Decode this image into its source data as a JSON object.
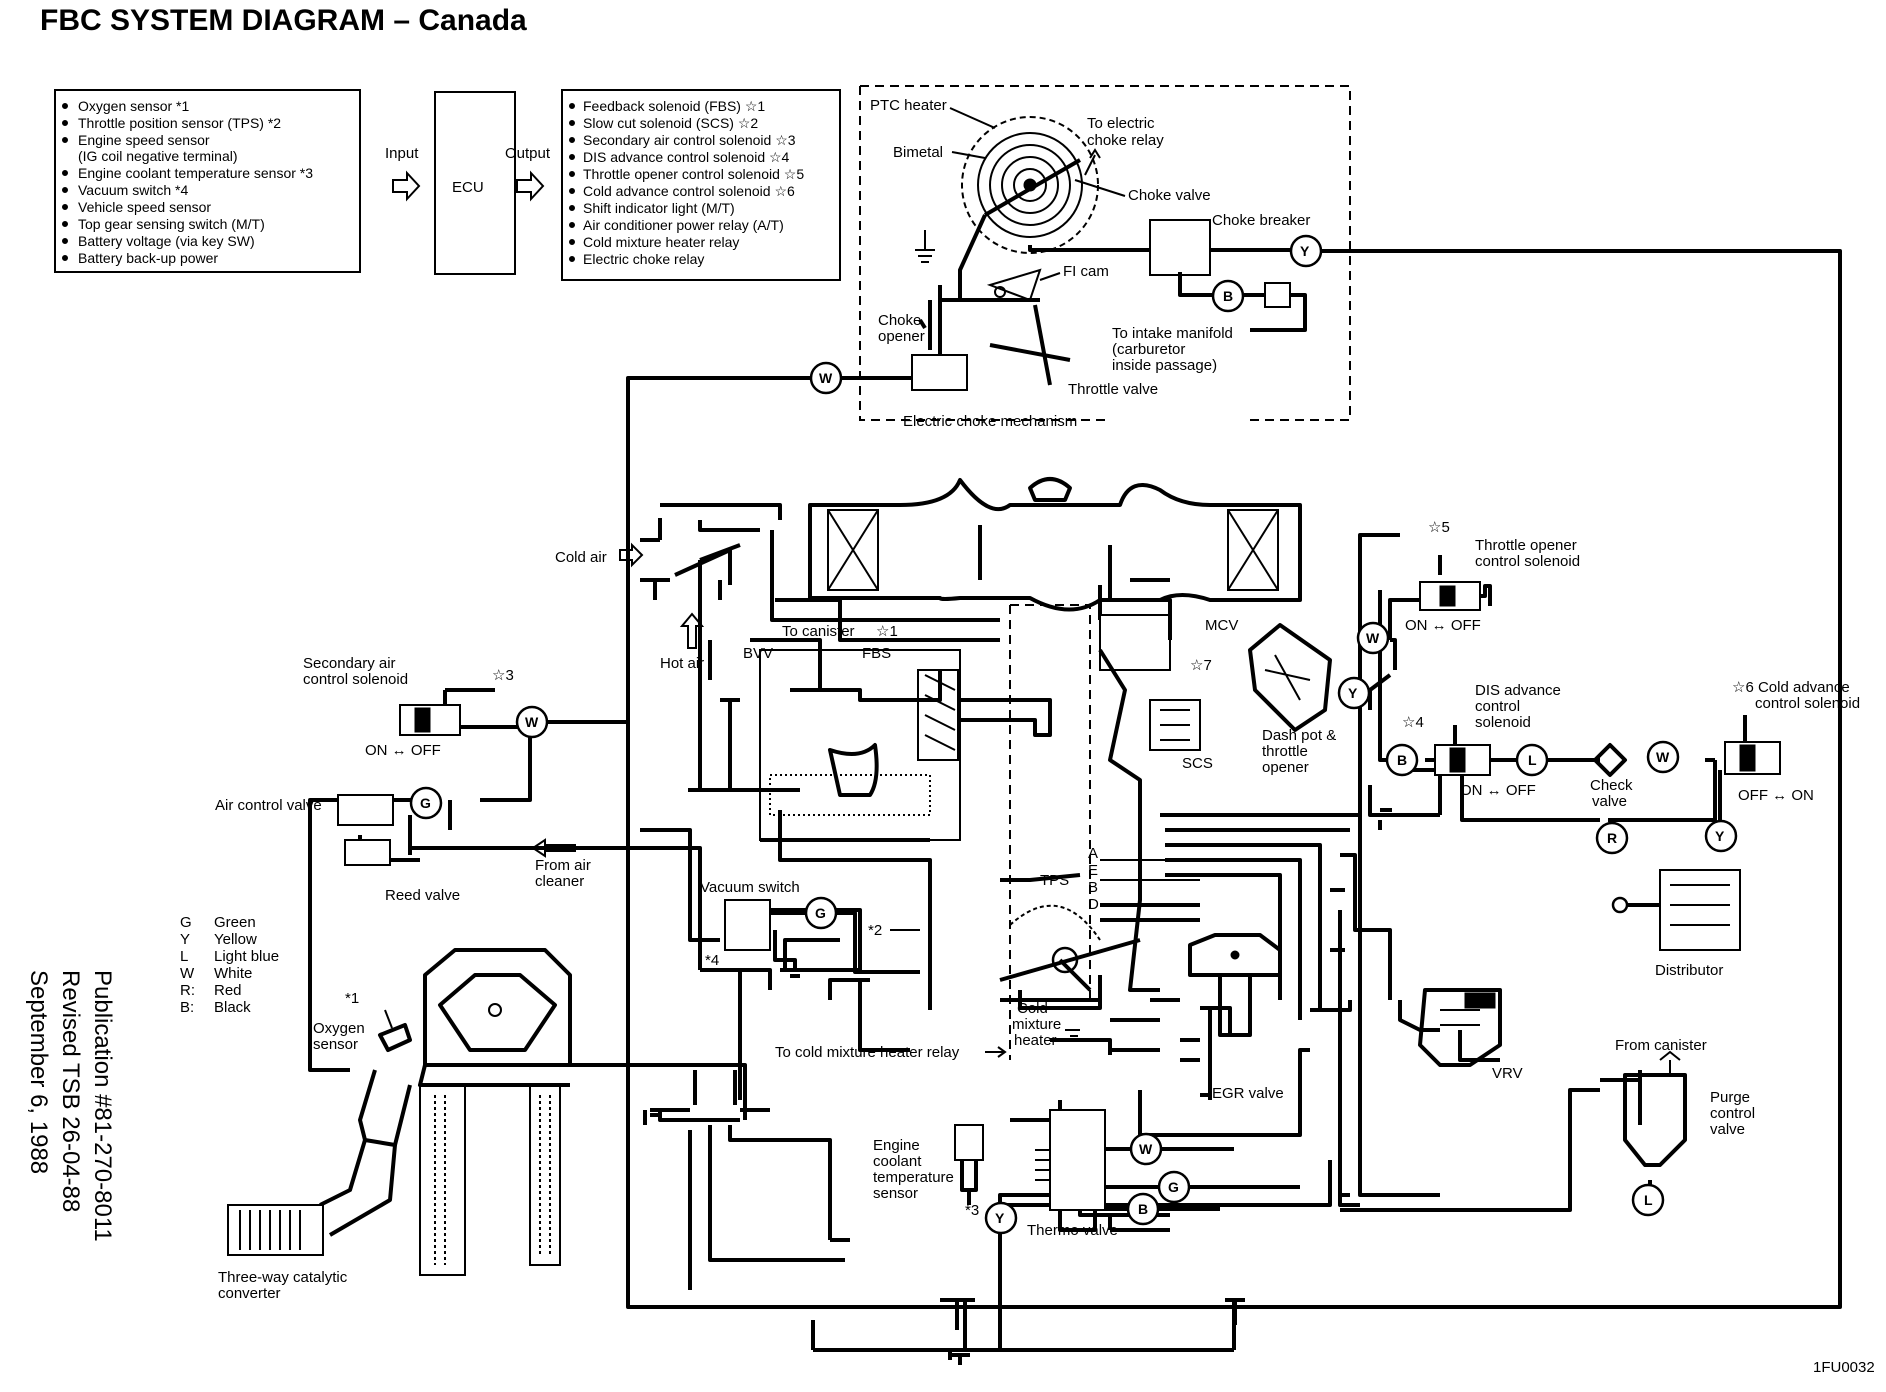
{
  "title": "FBC SYSTEM DIAGRAM – Canada",
  "inputs": [
    "Oxygen sensor *1",
    "Throttle position sensor (TPS) *2",
    "Engine speed sensor",
    "(IG coil negative terminal)",
    "Engine coolant temperature sensor *3",
    "Vacuum switch *4",
    "Vehicle speed sensor",
    "Top gear sensing switch (M/T)",
    "Battery voltage (via key SW)",
    "Battery back-up power"
  ],
  "input_label": "Input",
  "ecu_label": "ECU",
  "output_label": "Output",
  "outputs": [
    "Feedback solenoid (FBS) ☆1",
    "Slow cut solenoid (SCS) ☆2",
    "Secondary air control solenoid ☆3",
    "DIS advance control solenoid ☆4",
    "Throttle opener control solenoid ☆5",
    "Cold advance control solenoid ☆6",
    "Shift indicator light (M/T)",
    "Air conditioner power relay (A/T)",
    "Cold mixture heater relay",
    "Electric choke relay"
  ],
  "choke": {
    "ptc_heater": "PTC heater",
    "bimetal": "Bimetal",
    "to_electric_choke_relay_1": "To electric",
    "to_electric_choke_relay_2": "choke relay",
    "choke_valve": "Choke valve",
    "choke_breaker": "Choke breaker",
    "fi_cam": "FI cam",
    "choke_opener_1": "Choke",
    "choke_opener_2": "opener",
    "to_intake_1": "To intake manifold",
    "to_intake_2": "(carburetor",
    "to_intake_3": "inside passage)",
    "throttle_valve": "Throttle valve",
    "mechanism": "Electric choke mechanism"
  },
  "labels": {
    "cold_air": "Cold air",
    "hot_air": "Hot air",
    "to_canister": "To canister",
    "star1": "☆1",
    "bvv": "BVV",
    "fbs": "FBS",
    "mcv": "MCV",
    "star7": "☆7",
    "scs": "SCS",
    "dash_pot_1": "Dash pot &",
    "dash_pot_2": "throttle",
    "dash_pot_3": "opener",
    "star5": "☆5",
    "throttle_opener_1": "Throttle opener",
    "throttle_opener_2": "control solenoid",
    "on_off_1": "ON ↔ OFF",
    "dis_1": "DIS advance",
    "dis_2": "control",
    "dis_3": "solenoid",
    "star4": "☆4",
    "on_off_2": "ON ↔ OFF",
    "check_valve_1": "Check",
    "check_valve_2": "valve",
    "cold_adv_1": "☆6 Cold advance",
    "cold_adv_2": "control solenoid",
    "off_on": "OFF ↔ ON",
    "distributor": "Distributor",
    "secondary_1": "Secondary air",
    "secondary_2": "control solenoid",
    "star3": "☆3",
    "on_off_3": "ON ↔ OFF",
    "air_control_valve": "Air control valve",
    "from_air_1": "From air",
    "from_air_2": "cleaner",
    "reed_valve": "Reed valve",
    "vacuum_switch": "Vacuum switch",
    "star2_tps": "*2",
    "star4_vs": "*4",
    "tps": "TPS",
    "a": "A",
    "e": "E",
    "b": "B",
    "d": "D",
    "cold_mix_1": "Cold",
    "cold_mix_2": "mixture",
    "cold_mix_3": "heater",
    "to_cold_mixture": "To cold mixture heater relay",
    "oxygen_1": "Oxygen",
    "oxygen_2": "sensor",
    "star1_o2": "*1",
    "egr_valve": "EGR valve",
    "vrv": "VRV",
    "from_canister": "From canister",
    "purge_1": "Purge",
    "purge_2": "control",
    "purge_3": "valve",
    "ect_1": "Engine",
    "ect_2": "coolant",
    "ect_3": "temperature",
    "ect_4": "sensor",
    "star3_ect": "*3",
    "thermo_valve": "Thermo valve",
    "catalytic_1": "Three-way catalytic",
    "catalytic_2": "converter",
    "code": "1FU0032"
  },
  "legend": [
    {
      "code": "G",
      "color": "Green"
    },
    {
      "code": "Y",
      "color": "Yellow"
    },
    {
      "code": "L",
      "color": "Light blue"
    },
    {
      "code": "W",
      "color": "White"
    },
    {
      "code": "R:",
      "color": "Red"
    },
    {
      "code": "B:",
      "color": "Black"
    }
  ],
  "publication": [
    "Publication #81-270-8011",
    "Revised TSB 26-04-88",
    "September 6, 1988"
  ],
  "hose_markers": {
    "choke_w": "W",
    "choke_y": "Y",
    "choke_b": "B",
    "sec_w": "W",
    "acv_g": "G",
    "vs_g": "G",
    "to_w": "W",
    "dp_y": "Y",
    "dis_b": "B",
    "dis_l": "L",
    "cv_w": "W",
    "cas_y": "Y",
    "r": "R",
    "tv_w": "W",
    "tv_g": "G",
    "tv_b": "B",
    "tv_y": "Y",
    "purge_l": "L"
  }
}
